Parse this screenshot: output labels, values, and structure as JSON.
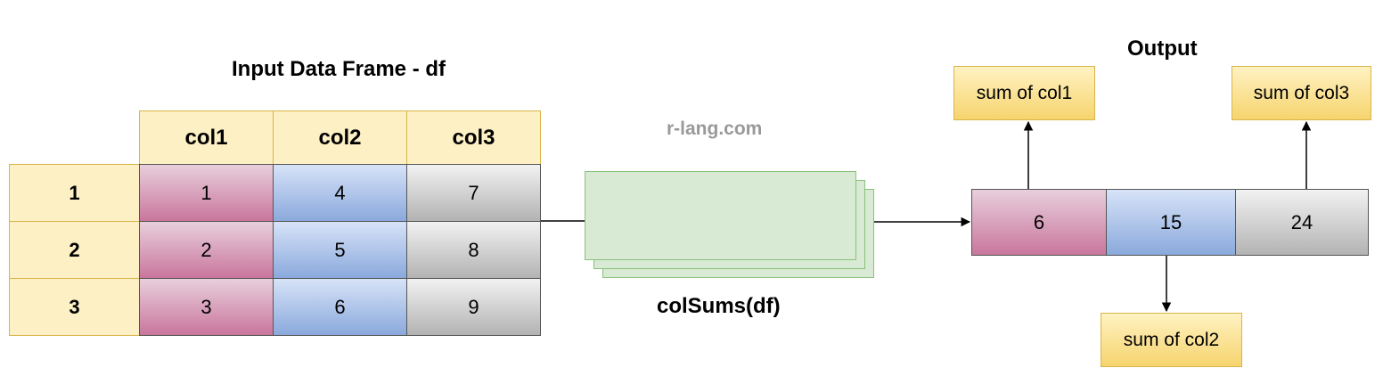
{
  "input": {
    "title": "Input Data Frame - df",
    "columns": [
      "col1",
      "col2",
      "col3"
    ],
    "row_labels": [
      "1",
      "2",
      "3"
    ],
    "values": [
      [
        "1",
        "4",
        "7"
      ],
      [
        "2",
        "5",
        "8"
      ],
      [
        "3",
        "6",
        "9"
      ]
    ]
  },
  "watermark": "r-lang.com",
  "function": {
    "label": "colSums(df)"
  },
  "output": {
    "title": "Output",
    "values": [
      "6",
      "15",
      "24"
    ],
    "notes": [
      "sum of col1",
      "sum of col2",
      "sum of col3"
    ]
  },
  "colors": {
    "header_fill": "#fdf0c5",
    "col1_fill": "#c9769d",
    "col2_fill": "#8aa9dc",
    "col3_fill": "#b3b3b3",
    "function_fill": "#d8e9d4",
    "note_fill": "#f6d46e"
  }
}
